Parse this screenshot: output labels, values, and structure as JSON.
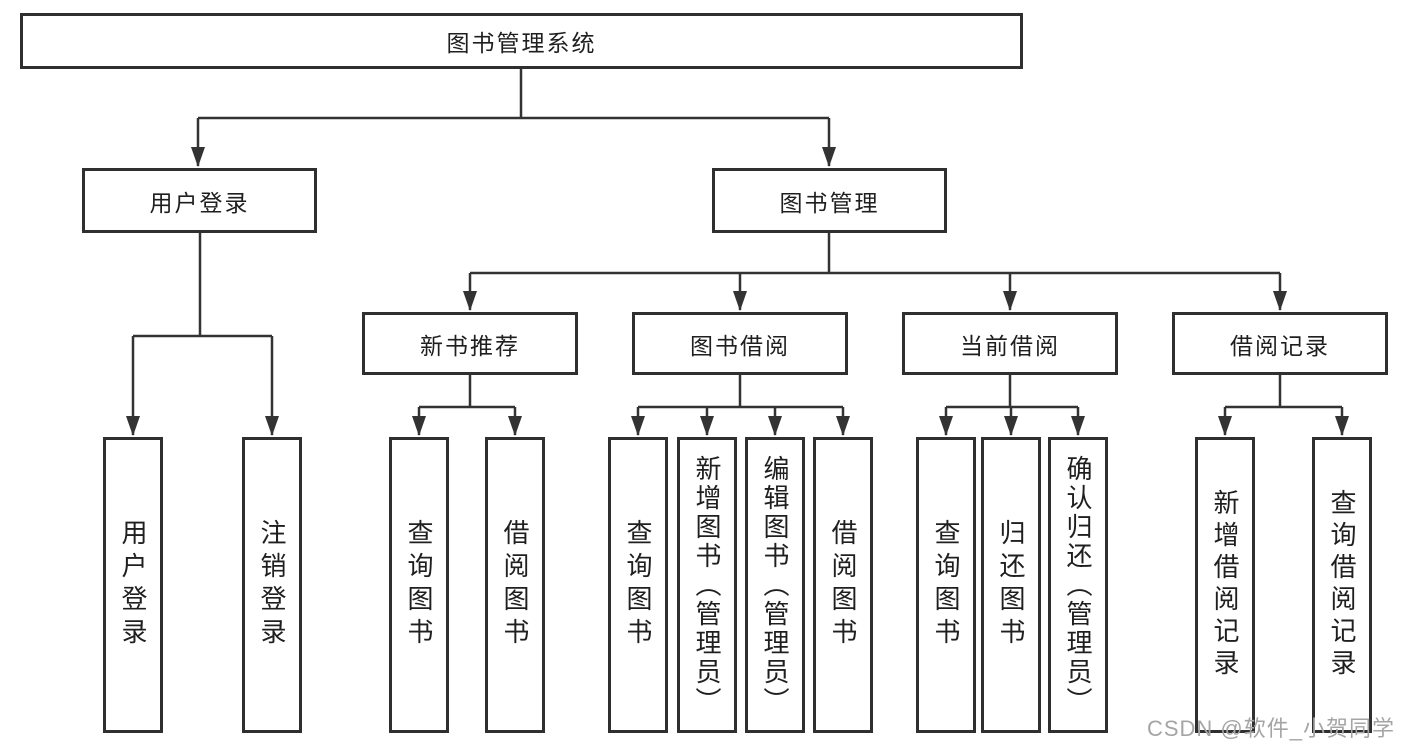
{
  "diagram": {
    "root": {
      "label": "图书管理系统"
    },
    "branches": [
      {
        "label": "用户登录",
        "children": [
          {
            "label": "用户登录"
          },
          {
            "label": "注销登录"
          }
        ]
      },
      {
        "label": "图书管理",
        "children": [
          {
            "label": "新书推荐",
            "children": [
              {
                "label": "查询图书"
              },
              {
                "label": "借阅图书"
              }
            ]
          },
          {
            "label": "图书借阅",
            "children": [
              {
                "label": "查询图书"
              },
              {
                "label": "新增图书（管理员）"
              },
              {
                "label": "编辑图书（管理员）"
              },
              {
                "label": "借阅图书"
              }
            ]
          },
          {
            "label": "当前借阅",
            "children": [
              {
                "label": "查询图书"
              },
              {
                "label": "归还图书"
              },
              {
                "label": "确认归还（管理员）"
              }
            ]
          },
          {
            "label": "借阅记录",
            "children": [
              {
                "label": "新增借阅记录"
              },
              {
                "label": "查询借阅记录"
              }
            ]
          }
        ]
      }
    ]
  },
  "watermark": {
    "text": "CSDN @软件_小贺同学"
  },
  "colors": {
    "background": "#ffffff",
    "box_border": "#2f2f2f",
    "connector_line": "#333333",
    "text": "#1f1f1f",
    "watermark_text": "#a5a5a5"
  }
}
